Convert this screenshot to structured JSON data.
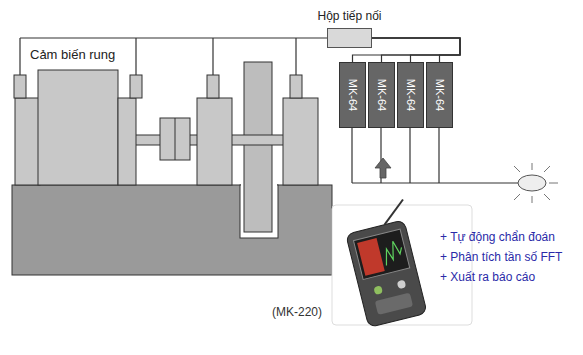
{
  "diagram": {
    "nodes": [
      {
        "text": [
          "Hộp tiếp nối"
        ]
      },
      {
        "text": [
          "MK-64"
        ]
      },
      {
        "text": [
          "MK-64"
        ]
      },
      {
        "text": [
          "MK-64"
        ]
      },
      {
        "text": [
          "MK-64"
        ]
      }
    ],
    "edges": [
      {
        "from": 0,
        "to": 1,
        "arrow": "none"
      },
      {
        "from": 0,
        "to": 2,
        "arrow": "none"
      },
      {
        "from": 0,
        "to": 3,
        "arrow": "none"
      },
      {
        "from": 0,
        "to": 4,
        "arrow": "none"
      }
    ],
    "labels": [
      "Cảm biến rung",
      "+ Tự động chẩn đoán",
      "+ Phân tích tần số FFT",
      "+ Xuất ra báo cáo",
      "(MK-220)"
    ]
  }
}
